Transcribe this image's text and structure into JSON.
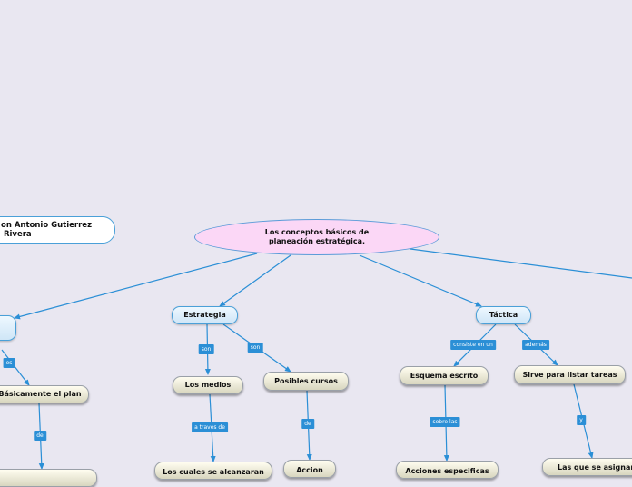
{
  "central": {
    "text": "Los conceptos básicos de planeación estratégica."
  },
  "author": {
    "text": "on Antonio Gutierrez\n Rivera"
  },
  "nodes": {
    "estrategia": "Estrategia",
    "tactica": "Táctica",
    "basicamente": "Básicamente el plan",
    "los_medios": "Los medios",
    "posibles_cursos": "Posibles cursos",
    "esquema": "Esquema escrito",
    "listar_tareas": "Sirve para listar tareas",
    "los_cuales": "Los cuales se alcanzaran",
    "accion": "Accion",
    "acciones_especificas": "Acciones especificas",
    "asignaran": "Las que se asignaran"
  },
  "labels": {
    "es": "es",
    "son_1": "son",
    "son_2": "son",
    "consiste": "consiste en un",
    "ademas": "además",
    "de_1": "de",
    "a_traves": "a traves de",
    "de_2": "de",
    "sobre_las": "sobre las",
    "y": "y"
  },
  "colors": {
    "connector": "#2b8fd6",
    "background": "#e9e7f1"
  }
}
